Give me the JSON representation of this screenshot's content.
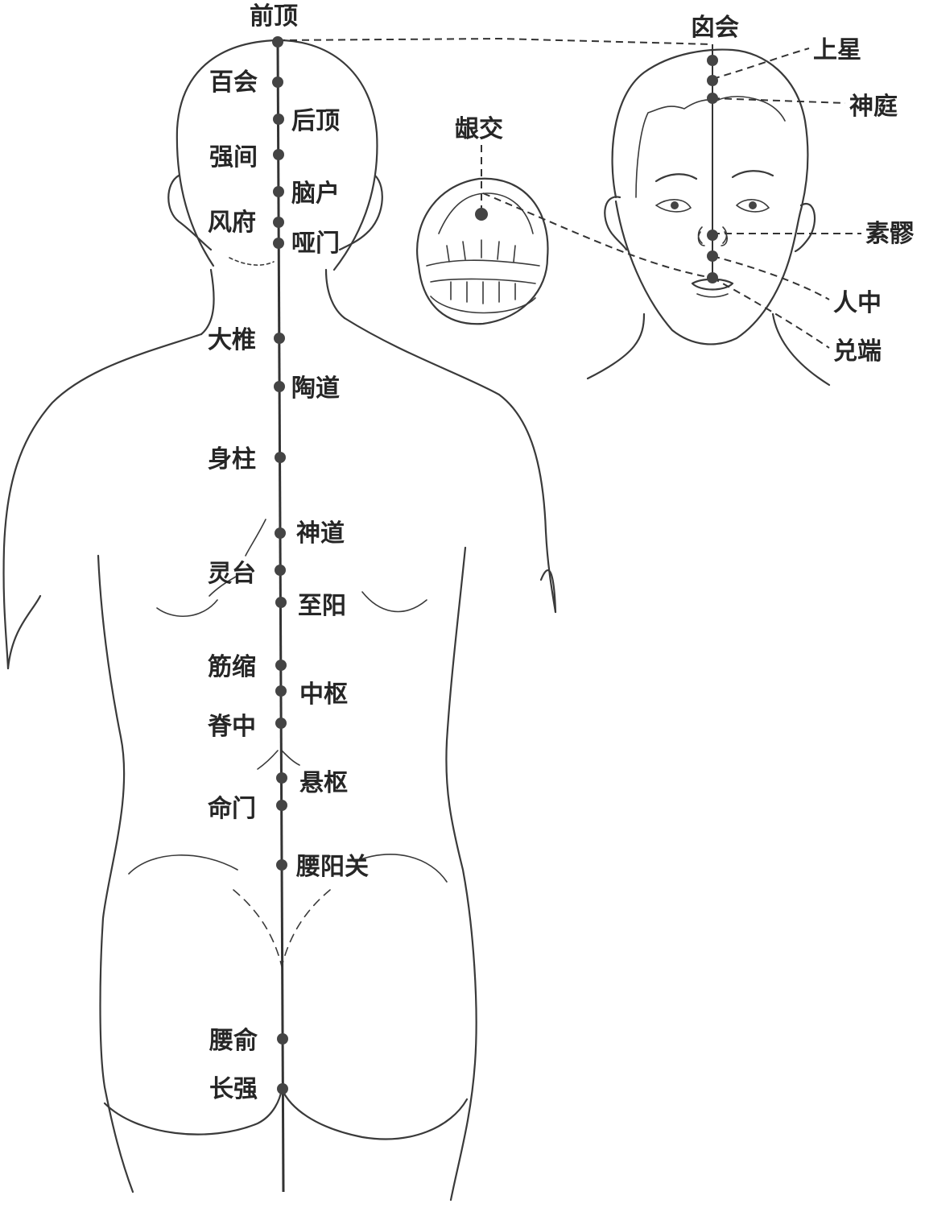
{
  "back_points": [
    {
      "id": "qianding",
      "label": "前顶"
    },
    {
      "id": "baihui",
      "label": "百会"
    },
    {
      "id": "houding",
      "label": "后顶"
    },
    {
      "id": "qiangjian",
      "label": "强间"
    },
    {
      "id": "naohu",
      "label": "脑户"
    },
    {
      "id": "fengfu",
      "label": "风府"
    },
    {
      "id": "yamen",
      "label": "哑门"
    },
    {
      "id": "dazhui",
      "label": "大椎"
    },
    {
      "id": "taodao",
      "label": "陶道"
    },
    {
      "id": "shenzhu",
      "label": "身柱"
    },
    {
      "id": "shendao",
      "label": "神道"
    },
    {
      "id": "lingtai",
      "label": "灵台"
    },
    {
      "id": "zhiyang",
      "label": "至阳"
    },
    {
      "id": "jinsuo",
      "label": "筋缩"
    },
    {
      "id": "zhongshu",
      "label": "中枢"
    },
    {
      "id": "jizhong",
      "label": "脊中"
    },
    {
      "id": "xuanshu",
      "label": "悬枢"
    },
    {
      "id": "mingmen",
      "label": "命门"
    },
    {
      "id": "yaoyangguan",
      "label": "腰阳关"
    },
    {
      "id": "yaoshu",
      "label": "腰俞"
    },
    {
      "id": "changqiang",
      "label": "长强"
    }
  ],
  "face_points": [
    {
      "id": "xinhui",
      "label": "囟会"
    },
    {
      "id": "shangxing",
      "label": "上星"
    },
    {
      "id": "shenting",
      "label": "神庭"
    },
    {
      "id": "suliao",
      "label": "素髎"
    },
    {
      "id": "renzhong",
      "label": "人中"
    },
    {
      "id": "duiduan",
      "label": "兑端"
    }
  ],
  "mouth_points": [
    {
      "id": "yinjiao",
      "label": "龈交"
    }
  ]
}
